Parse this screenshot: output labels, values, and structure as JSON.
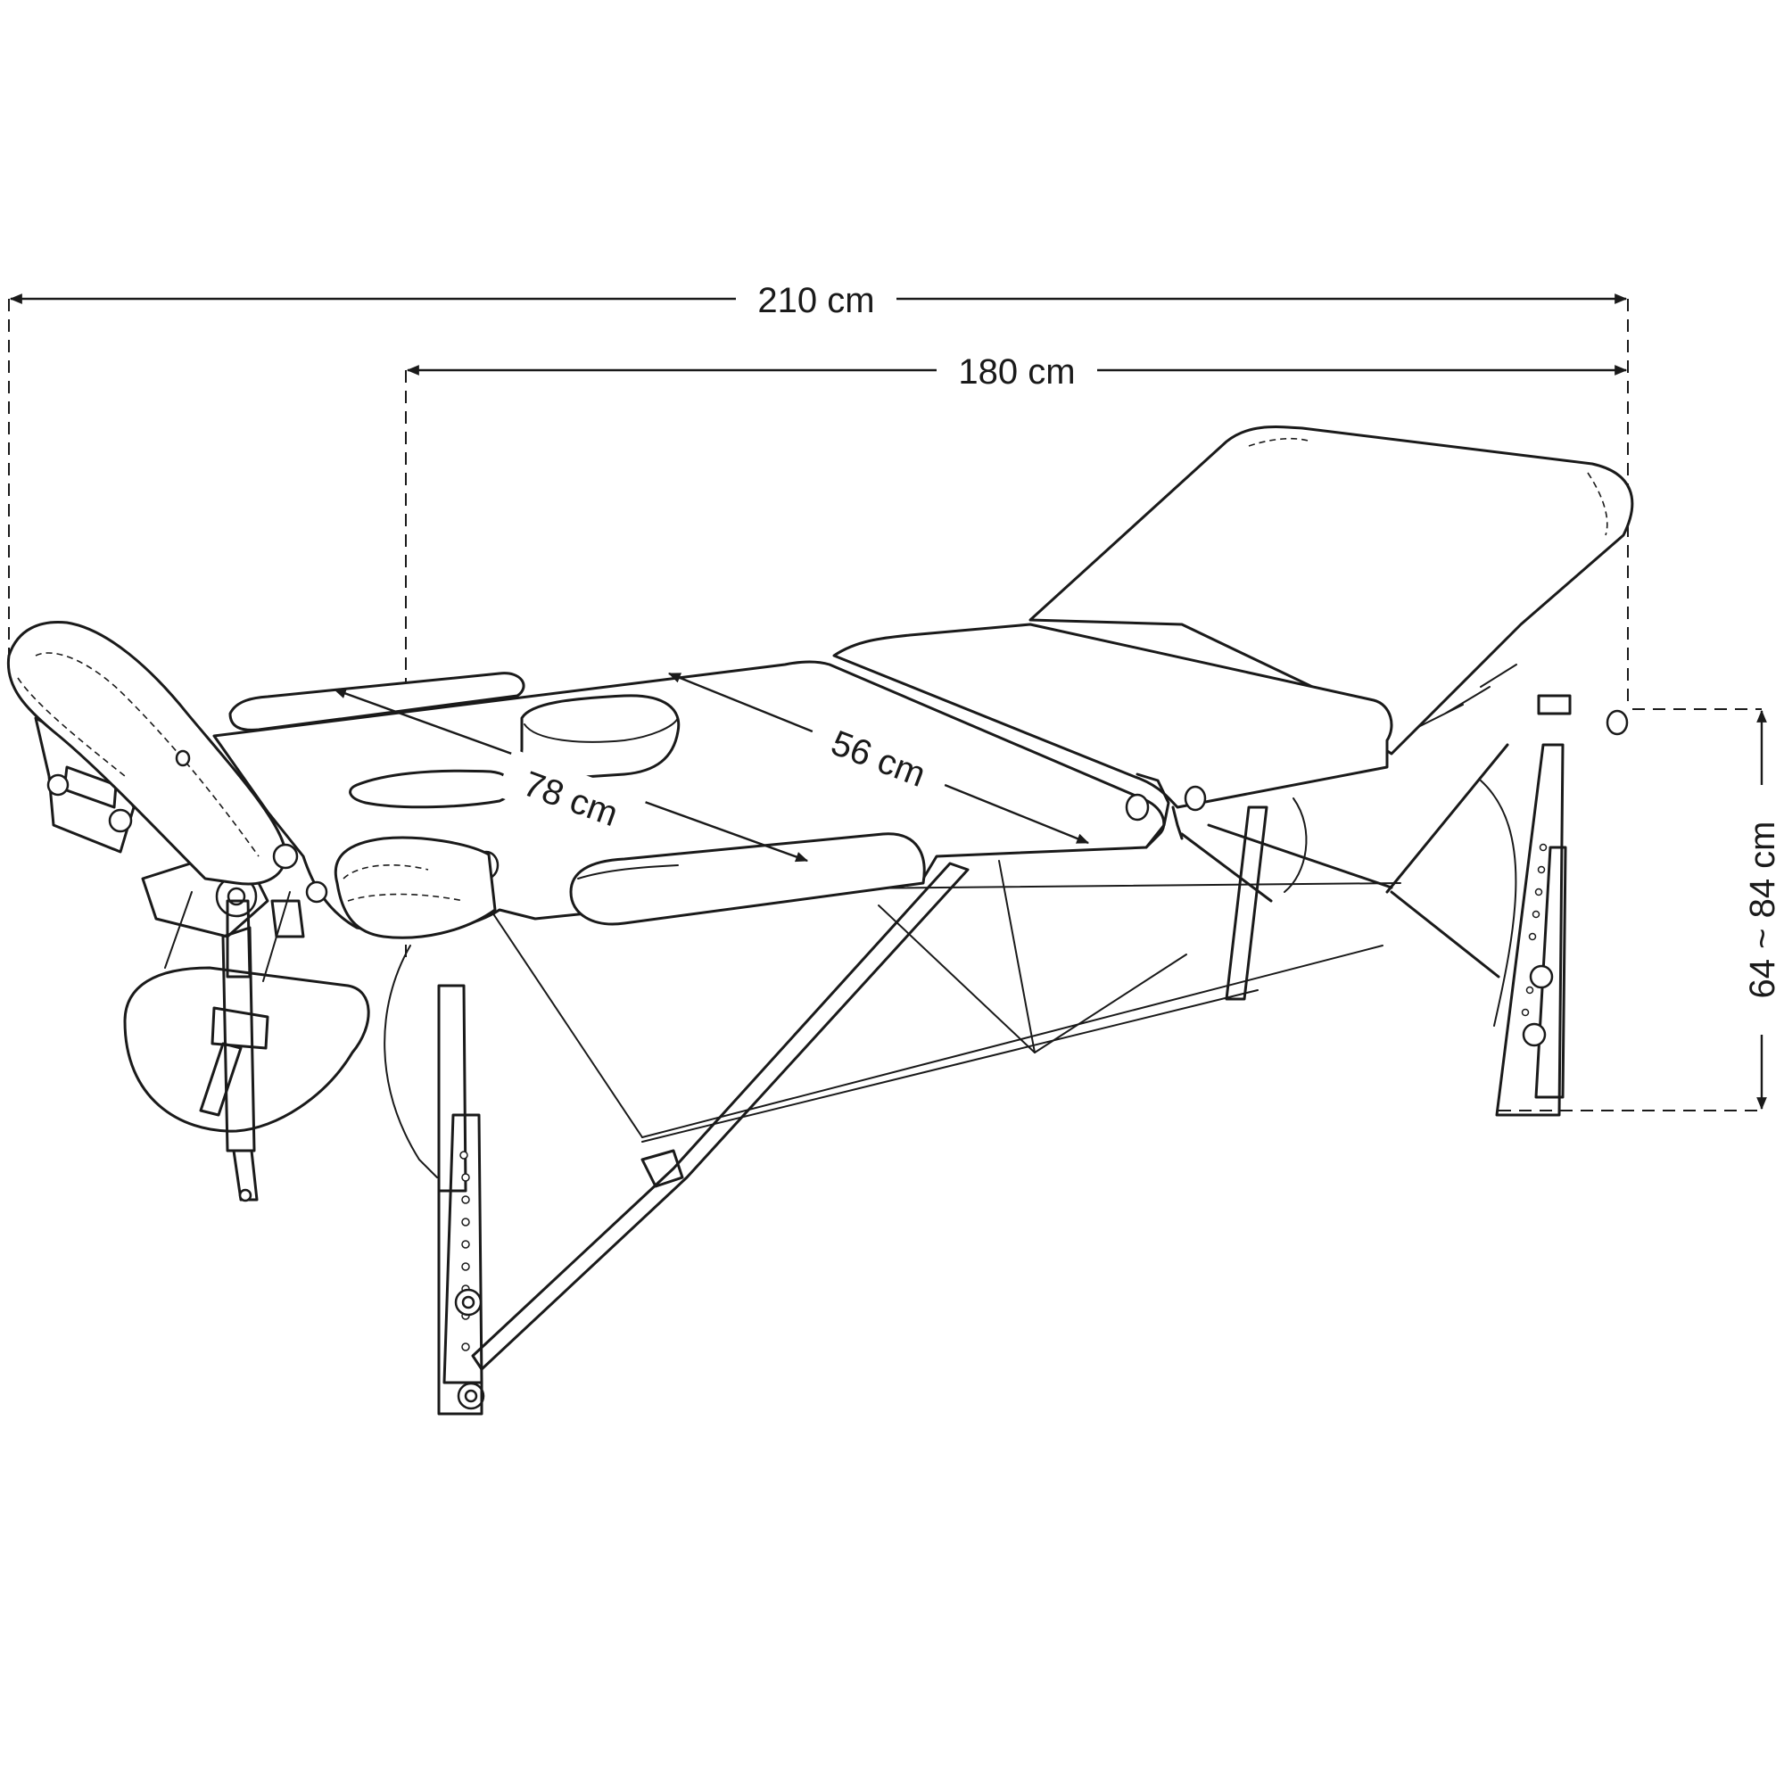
{
  "dimensions": {
    "total_length": "210 cm",
    "body_length": "180 cm",
    "width": "78 cm",
    "section_length": "56 cm",
    "height_range": "64 ~ 84 cm"
  },
  "colors": {
    "line": "#1a1a1a",
    "background": "#ffffff"
  }
}
